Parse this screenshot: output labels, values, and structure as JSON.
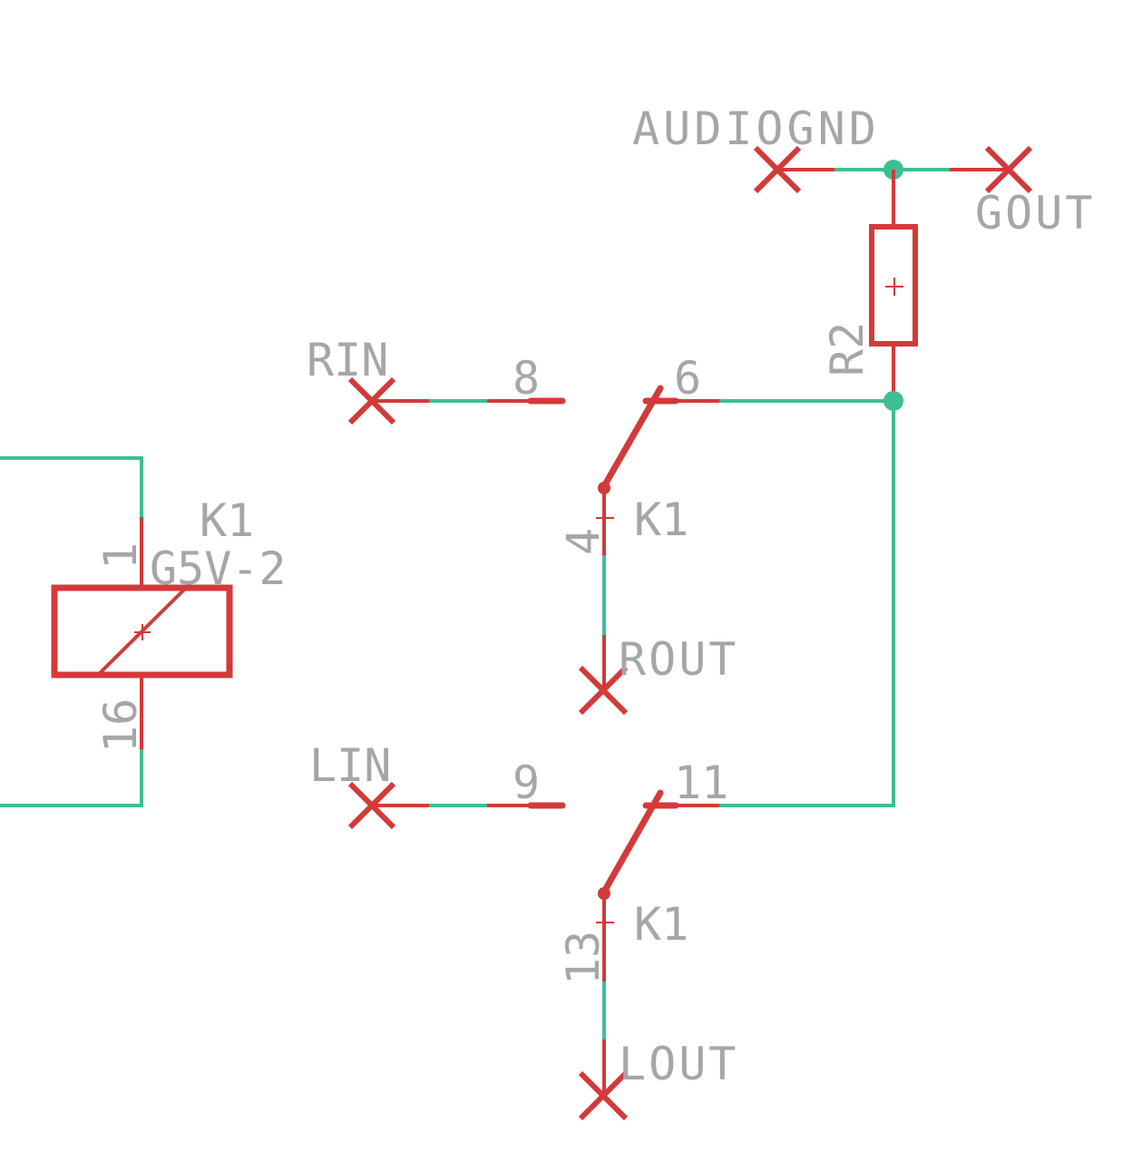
{
  "colors": {
    "wire": "#3dbf92",
    "part": "#d33a3a",
    "text": "#a6a6a6",
    "background": "#ffffff"
  },
  "labels": {
    "audiognd": "AUDIOGND",
    "gout": "GOUT",
    "r2": "R2",
    "rin": "RIN",
    "lin": "LIN",
    "rout": "ROUT",
    "lout": "LOUT",
    "k1_coil": "K1",
    "k1_value": "G5V-2",
    "k1_switch_a": "K1",
    "k1_switch_b": "K1"
  },
  "pins": {
    "coil_top": "1",
    "coil_bottom": "16",
    "sw_a_nc": "8",
    "sw_a_no": "6",
    "sw_a_common": "4",
    "sw_b_nc": "9",
    "sw_b_no": "11",
    "sw_b_common": "13"
  }
}
